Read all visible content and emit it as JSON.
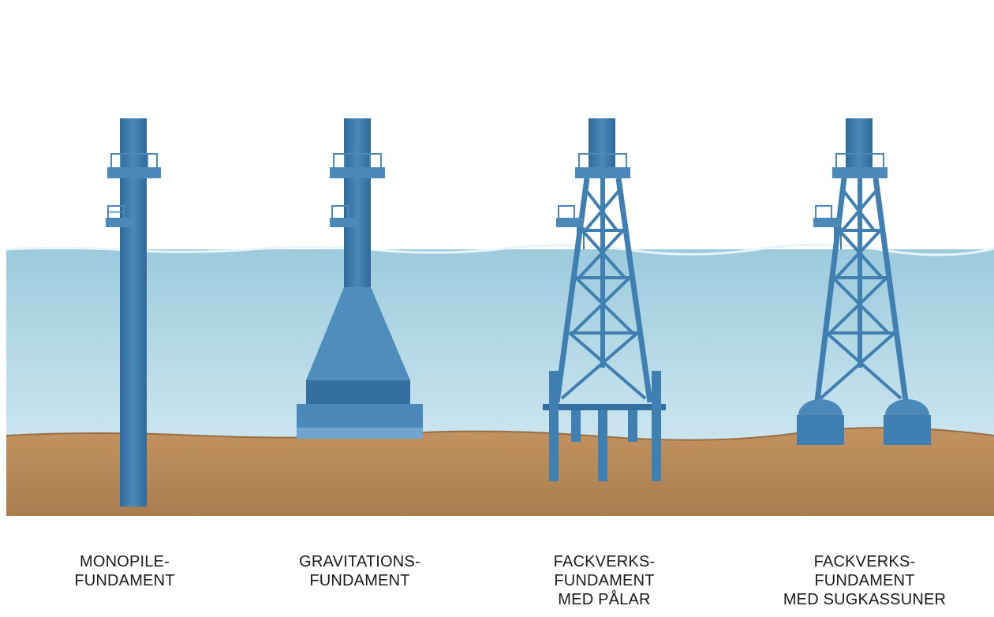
{
  "colors": {
    "water": "#a9d3e3",
    "water_deep": "#bfe0ec",
    "seabed": "#b8895a",
    "structure": "#3f7fb1",
    "structure_dark": "#2f6a99",
    "structure_light": "#5b97c4"
  },
  "foundations": [
    {
      "type": "monopile",
      "lines": [
        "MONOPILE-",
        "FUNDAMENT"
      ]
    },
    {
      "type": "gravity",
      "lines": [
        "GRAVITATIONS-",
        "FUNDAMENT"
      ]
    },
    {
      "type": "jacket-piles",
      "lines": [
        "FACKVERKS-",
        "FUNDAMENT",
        "MED PÅLAR"
      ]
    },
    {
      "type": "jacket-suction",
      "lines": [
        "FACKVERKS-",
        "FUNDAMENT",
        "MED SUGKASSUNER"
      ]
    }
  ]
}
